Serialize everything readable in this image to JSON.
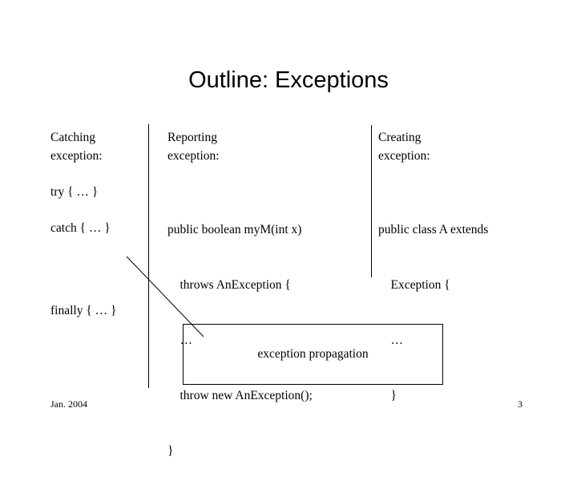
{
  "slide": {
    "title": "Outline: Exceptions",
    "footer": {
      "date": "Jan. 2004",
      "page_number": "3"
    },
    "colors": {
      "background": "#ffffff",
      "text": "#000000",
      "rule": "#000000"
    }
  },
  "columns": [
    {
      "id": "catching",
      "heading": "Catching\nexception:",
      "entries": [
        "try { … }",
        "catch { … }",
        "finally { … }"
      ]
    },
    {
      "id": "reporting",
      "heading": "Reporting\nexception:",
      "code": [
        "public boolean myM(int x)",
        "    throws AnException {",
        "    …",
        "    throw new AnException();",
        "}"
      ]
    },
    {
      "id": "creating",
      "heading": "Creating\nexception:",
      "code": [
        "public class A extends",
        "    Exception {",
        "    …",
        "    }"
      ]
    }
  ],
  "callout": {
    "label": "exception propagation"
  }
}
